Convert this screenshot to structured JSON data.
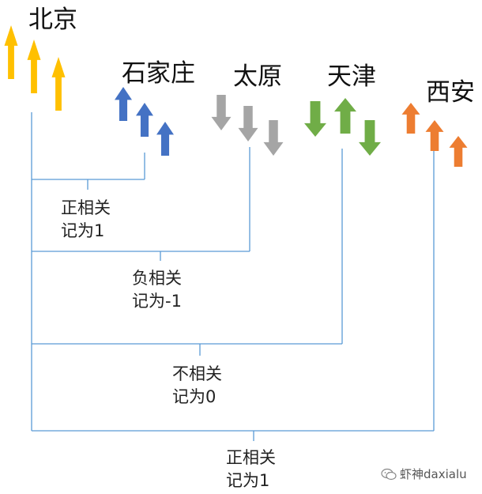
{
  "colors": {
    "yellow": "#FFC000",
    "blue": "#4472C4",
    "gray": "#A5A5A5",
    "green": "#70AD47",
    "orange": "#ED7D31",
    "line": "#5B9BD5"
  },
  "cities": [
    {
      "name": "北京",
      "color": "yellow",
      "arrows": [
        "up",
        "up",
        "up"
      ]
    },
    {
      "name": "石家庄",
      "color": "blue",
      "arrows": [
        "up",
        "up",
        "up"
      ]
    },
    {
      "name": "太原",
      "color": "gray",
      "arrows": [
        "down",
        "down",
        "down"
      ]
    },
    {
      "name": "天津",
      "color": "green",
      "arrows": [
        "down",
        "up",
        "down"
      ]
    },
    {
      "name": "西安",
      "color": "orange",
      "arrows": [
        "up",
        "up",
        "up"
      ]
    }
  ],
  "relations": [
    {
      "line1": "正相关",
      "line2": "记为1"
    },
    {
      "line1": "负相关",
      "line2": "记为-1"
    },
    {
      "line1": "不相关",
      "line2": "记为0"
    },
    {
      "line1": "正相关",
      "line2": "记为1"
    }
  ],
  "watermark": {
    "icon": "wechat-icon",
    "text": "虾神daxialu"
  }
}
